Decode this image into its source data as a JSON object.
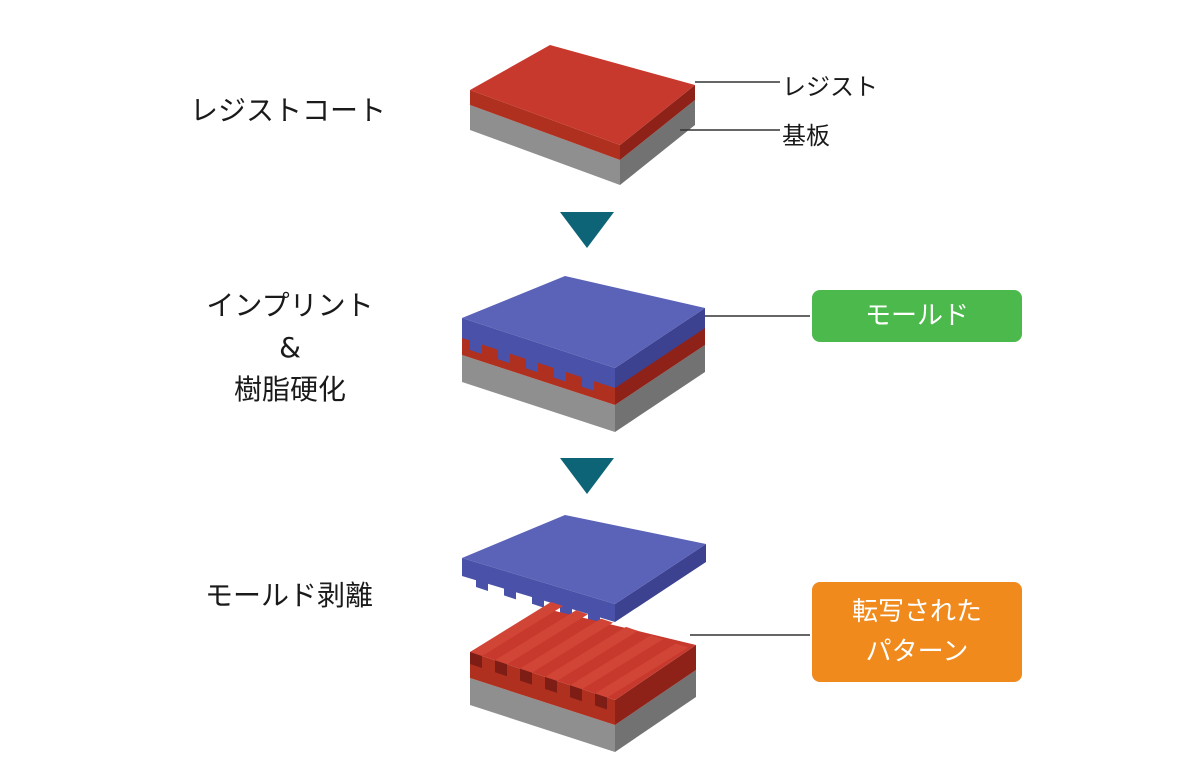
{
  "steps": [
    {
      "label": "レジストコート"
    },
    {
      "label_lines": [
        "インプリント",
        "&",
        "樹脂硬化"
      ]
    },
    {
      "label": "モールド剥離"
    }
  ],
  "callouts": {
    "resist": "レジスト",
    "substrate": "基板",
    "mold": "モールド",
    "pattern_lines": [
      "転写された",
      "パターン"
    ]
  },
  "colors": {
    "resist": "#c0392e",
    "resist_top": "#d04a3e",
    "resist_dark": "#8e2218",
    "substrate": "#8f8f8f",
    "substrate_dark": "#6b6b6b",
    "mold": "#5b63b8",
    "mold_top": "#6970c4",
    "mold_dark": "#444a96",
    "arrow": "#0e6477",
    "mold_badge": "#4bb94b",
    "pattern_badge": "#f08a1c"
  },
  "icons": [
    "down-arrow-icon",
    "down-arrow-icon"
  ]
}
